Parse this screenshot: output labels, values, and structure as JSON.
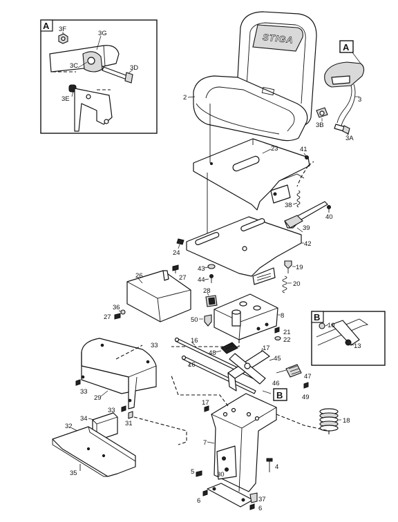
{
  "diagram": {
    "brand_logo": "STIGA",
    "detail_boxes": [
      {
        "letter": "A"
      },
      {
        "letter": "B"
      }
    ],
    "callouts": {
      "A": "A",
      "B": "B"
    },
    "labels": {
      "l3F": "3F",
      "l3G": "3G",
      "l3C": "3C",
      "l3D": "3D",
      "l3E": "3E",
      "l2": "2",
      "l3": "3",
      "l3B": "3B",
      "l3A": "3A",
      "l23": "23",
      "l41": "41",
      "l38": "38",
      "l40": "40",
      "l39": "39",
      "l42": "42",
      "l24": "24",
      "l19": "19",
      "l43": "43",
      "l44": "44",
      "l20": "20",
      "l26": "26",
      "l27": "27",
      "l28": "28",
      "l36": "36",
      "l27b": "27",
      "l50": "50",
      "l8": "8",
      "l21": "21",
      "l22": "22",
      "l10": "10",
      "l13": "13",
      "l16a": "16",
      "l16b": "16",
      "l48": "48",
      "l17a": "17",
      "l45": "45",
      "l33a": "33",
      "l47": "47",
      "l33b": "33",
      "l29": "29",
      "l46": "46",
      "l49": "49",
      "l17b": "17",
      "l33c": "33",
      "l31": "31",
      "l18": "18",
      "l34": "34",
      "l32": "32",
      "l7": "7",
      "l5": "5",
      "l30": "30",
      "l4": "4",
      "l35": "35",
      "l6a": "6",
      "l37": "37",
      "l6b": "6"
    }
  }
}
